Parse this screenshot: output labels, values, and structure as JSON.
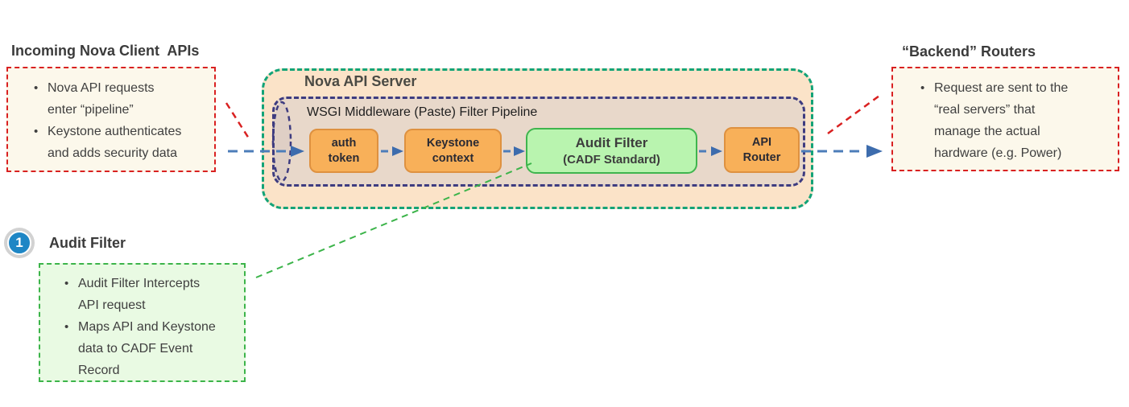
{
  "left_note": {
    "heading": "Incoming Nova Client  APIs",
    "bullets": [
      "Nova API requests\nenter “pipeline”",
      "Keystone authenticates\nand adds security data"
    ]
  },
  "server": {
    "title": "Nova API Server",
    "pipeline_title": "WSGI Middleware (Paste) Filter Pipeline",
    "blocks": [
      {
        "label_main": "auth",
        "label_sub": "token",
        "style": "orange"
      },
      {
        "label_main": "Keystone",
        "label_sub": "context",
        "style": "orange"
      },
      {
        "label_main": "Audit Filter",
        "label_sub": "(CADF Standard)",
        "style": "green"
      },
      {
        "label_main": "API",
        "label_sub": "Router",
        "style": "orange"
      }
    ]
  },
  "right_note": {
    "heading": "“Backend” Routers",
    "bullets": [
      "Request are sent to the\n“real servers” that\nmanage the actual\nhardware (e.g. Power)"
    ]
  },
  "callout": {
    "number": "1",
    "heading": "Audit Filter",
    "bullets": [
      "Audit Filter Intercepts\nAPI request",
      "Maps API and Keystone\ndata to CADF Event\nRecord"
    ]
  },
  "colors": {
    "flow_arrow_blue": "#4c7db9",
    "annotation_red": "#d92121",
    "pipeline_green_border": "#13a377",
    "wsgi_navy_border": "#3e3c80",
    "filter_orange": "#f8b059",
    "audit_green": "#b9f4af",
    "callout_badge_blue": "#1e86c5"
  }
}
